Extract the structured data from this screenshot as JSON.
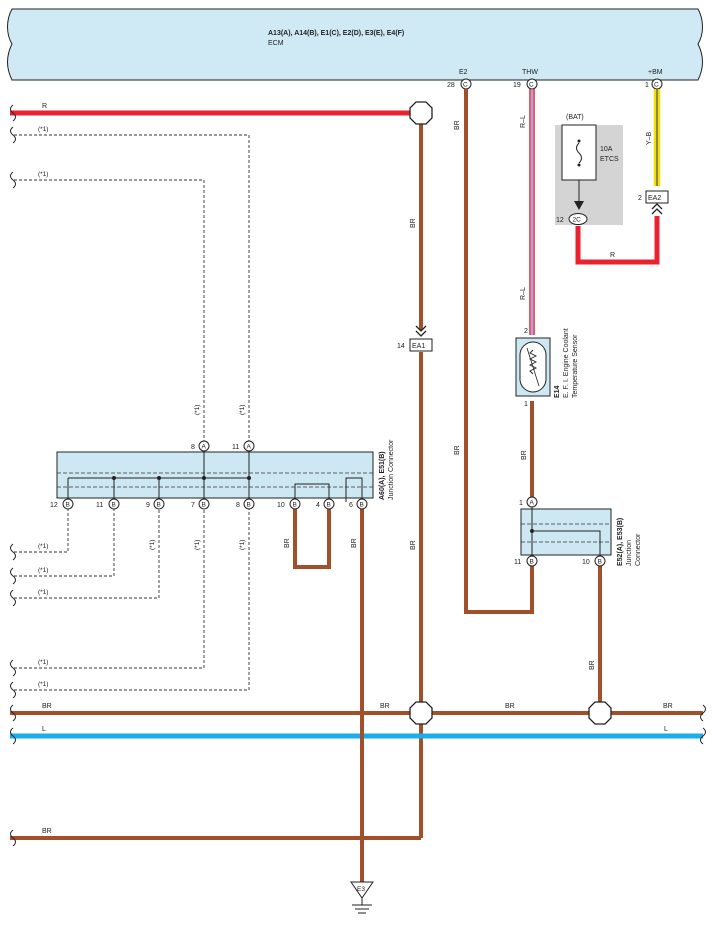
{
  "ecm": {
    "codes": "A13(A), A14(B), E1(C), E2(D), E3(E), E4(F)",
    "name": "ECM",
    "pin_e2_name": "E2",
    "pin_e2_num": "28",
    "pin_e2_letter": "C",
    "pin_thw_name": "THW",
    "pin_thw_num": "19",
    "pin_thw_letter": "C",
    "pin_bm_name": "+BM",
    "pin_bm_num": "1",
    "pin_bm_letter": "C"
  },
  "wires": {
    "r": "R",
    "br": "BR",
    "l": "L",
    "rl": "R–L",
    "yb": "Y–B",
    "note": "(*1)"
  },
  "fuse": {
    "source": "(BAT)",
    "rating": "10A",
    "name": "ETCS",
    "pin_num": "12",
    "pin_label": "2C"
  },
  "connectors": {
    "ea1": "EA1",
    "ea1_pin": "14",
    "ea2": "EA2",
    "ea2_pin": "2"
  },
  "sensor": {
    "code": "E14",
    "name_line1": "E. F. I. Engine Coolant",
    "name_line2": "Temperature Sensor",
    "pin_top": "2",
    "pin_bottom": "1"
  },
  "jc_a60": {
    "codes": "A60(A), E51(B)",
    "name": "Junction Connector",
    "pins_a": [
      {
        "num": "8",
        "letter": "A"
      },
      {
        "num": "11",
        "letter": "A"
      }
    ],
    "pins_b": [
      {
        "num": "12",
        "letter": "B"
      },
      {
        "num": "11",
        "letter": "B"
      },
      {
        "num": "9",
        "letter": "B"
      },
      {
        "num": "7",
        "letter": "B"
      },
      {
        "num": "8",
        "letter": "B"
      },
      {
        "num": "10",
        "letter": "B"
      },
      {
        "num": "4",
        "letter": "B"
      },
      {
        "num": "6",
        "letter": "B"
      }
    ]
  },
  "jc_e52": {
    "codes": "E52(A), E53(B)",
    "name_line1": "Junction",
    "name_line2": "Connector",
    "pin_a_num": "1",
    "pin_a_letter": "A",
    "pin_b1_num": "11",
    "pin_b1_letter": "B",
    "pin_b2_num": "10",
    "pin_b2_letter": "B"
  },
  "ground": {
    "label": "E3"
  },
  "colors": {
    "red": "#e8222e",
    "brown": "#a24f2c",
    "blue": "#1aaeea",
    "yellow": "#f2e000",
    "ecm_fill": "#cfeaf5",
    "jc_fill": "#cde8f3",
    "fuse_bg": "#d4d4d4"
  }
}
